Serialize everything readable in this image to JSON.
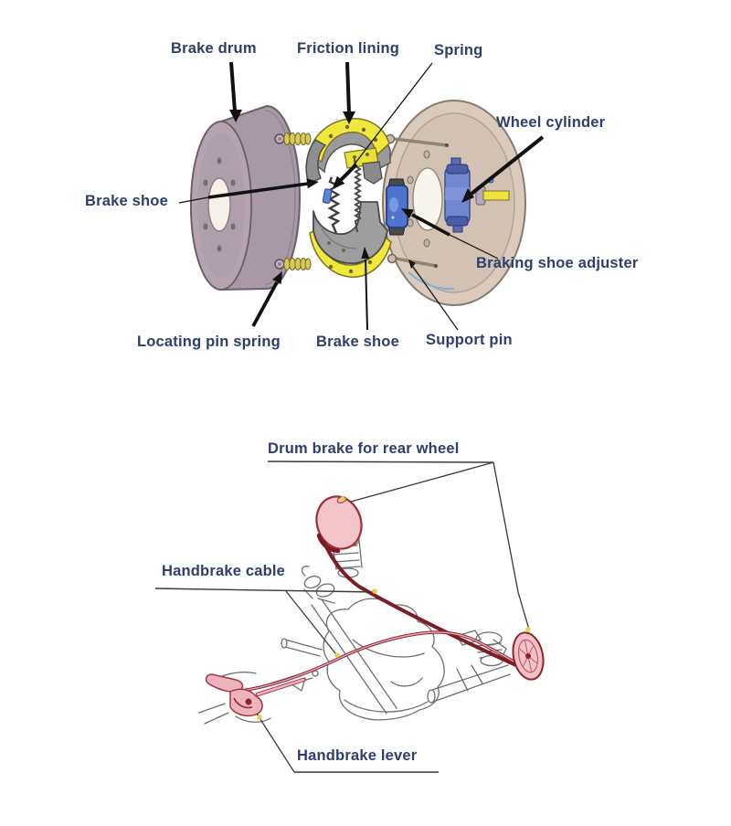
{
  "page": {
    "background": "#ffffff"
  },
  "colors": {
    "label_text": "#2f3e6d",
    "leader_line": "#3a3a3a",
    "arrow_black": "#111111",
    "drum_mauve": "#ab9ba8",
    "backing_plate_tan": "#d8c9bb",
    "friction_yellow": "#f0e83c",
    "hydraulic_blue": "#4e74ce",
    "axle_yellow": "#ece43c",
    "spring_gold": "#d6ca5e",
    "rear_drum_pink": "#f3c3ca",
    "cable_dark_red": "#7c1d26",
    "lever_pink": "#eeb3bc",
    "outline_gray": "#6e6e6e",
    "highlight_dot_yellow": "#e6cf4e"
  },
  "top_diagram": {
    "name": "drum-brake-exploded-view",
    "labels": [
      {
        "id": "brake-drum",
        "text": "Brake drum"
      },
      {
        "id": "friction-lining",
        "text": "Friction lining"
      },
      {
        "id": "spring",
        "text": "Spring"
      },
      {
        "id": "wheel-cylinder",
        "text": "Wheel cylinder"
      },
      {
        "id": "brake-shoe-left",
        "text": "Brake shoe"
      },
      {
        "id": "braking-shoe-adjuster",
        "text": "Braking shoe adjuster"
      },
      {
        "id": "locating-pin-spring",
        "text": "Locating pin spring"
      },
      {
        "id": "brake-shoe-bottom",
        "text": "Brake shoe"
      },
      {
        "id": "support-pin",
        "text": "Support pin"
      }
    ]
  },
  "bottom_diagram": {
    "name": "handbrake-system-view",
    "labels": [
      {
        "id": "drum-brake-rear",
        "text": "Drum brake for rear wheel"
      },
      {
        "id": "handbrake-cable",
        "text": "Handbrake cable"
      },
      {
        "id": "handbrake-lever",
        "text": "Handbrake lever"
      }
    ]
  }
}
